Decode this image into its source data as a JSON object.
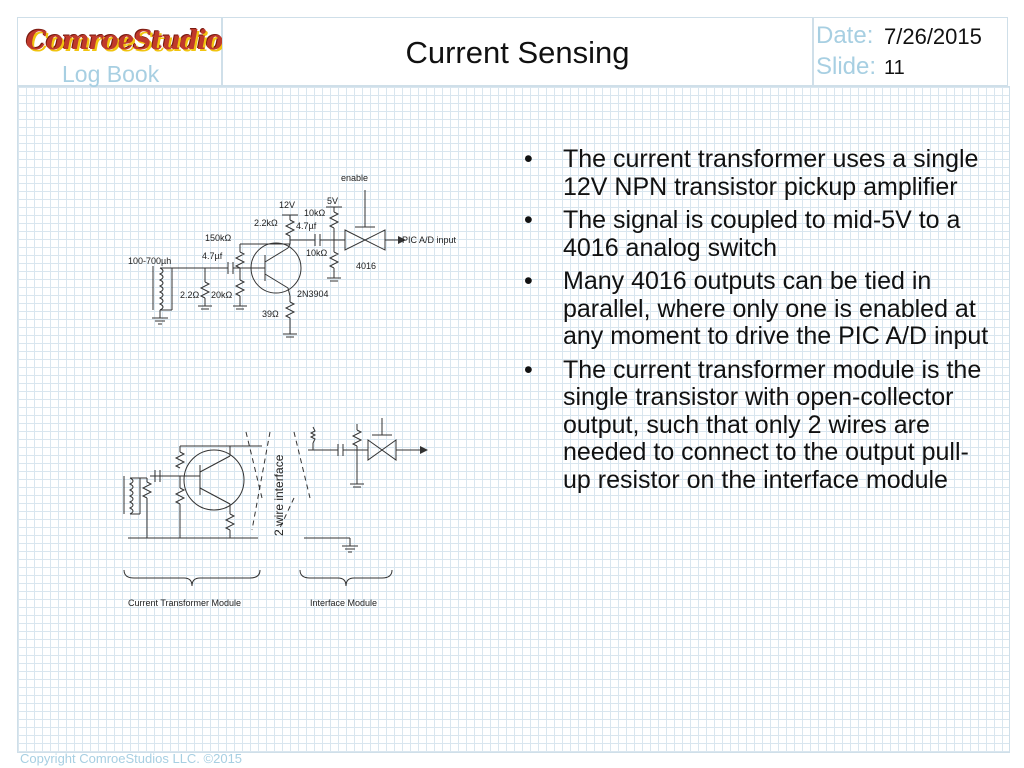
{
  "header": {
    "brand": "ComroeStudios",
    "subtitle": "Log Book",
    "title": "Current Sensing",
    "date_label": "Date:",
    "date_value": "7/26/2015",
    "slide_label": "Slide:",
    "slide_value": "11"
  },
  "bullets": [
    "The current transformer uses a single 12V NPN transistor pickup amplifier",
    "The signal is coupled to mid-5V to a 4016 analog switch",
    "Many 4016 outputs can be tied in parallel, where only one is enabled at any moment to drive the PIC A/D input",
    "The current transformer module is the single transistor with open-collector output, such that only 2 wires are needed to connect to the output pull-up resistor on the interface module"
  ],
  "schematic1": {
    "enable": "enable",
    "v12": "12V",
    "v5": "5V",
    "r10k_top": "10kΩ",
    "c47_right": "4.7µf",
    "r22k": "2.2kΩ",
    "r150k": "150kΩ",
    "r10k_bottom": "10kΩ",
    "pic_input": "PIC A/D input",
    "inductor": "100-700µh",
    "c47_left": "4.7µf",
    "chip": "4016",
    "r22": "2.2Ω",
    "r20k": "20kΩ",
    "transistor": "2N3904",
    "r39": "39Ω"
  },
  "schematic2": {
    "wire_interface": "2 wire interface",
    "module_ct": "Current Transformer Module",
    "module_if": "Interface Module"
  },
  "footer": {
    "copyright": "Copyright ComroeStudios LLC. ©2015"
  }
}
